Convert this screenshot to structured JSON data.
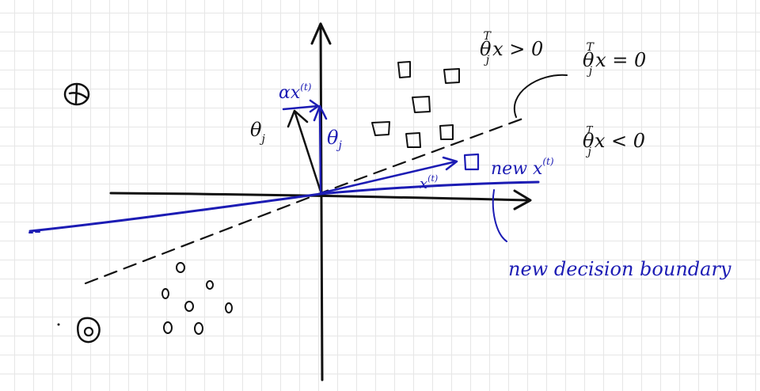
{
  "labels": {
    "alpha_x": "αx",
    "alpha_x_sup": "(t)",
    "theta_j": "θ",
    "theta_j_sub": "j",
    "theta_j_new": "θ",
    "theta_j_new_sub": "j",
    "x_t": "x",
    "x_t_sup": "(t)",
    "new_x": "new x",
    "new_x_sup": "(t)",
    "ineq_pos": "x > 0",
    "ineq_zero": "x = 0",
    "ineq_neg": "x < 0",
    "theta_T": "θ",
    "sup_T": "T",
    "sub_j": "j",
    "new_boundary": "new decision boundary"
  },
  "colors": {
    "ink": "#111111",
    "blue_ink": "#1c1cb4",
    "grid": "#e6e6e6",
    "background": "#ffffff"
  }
}
